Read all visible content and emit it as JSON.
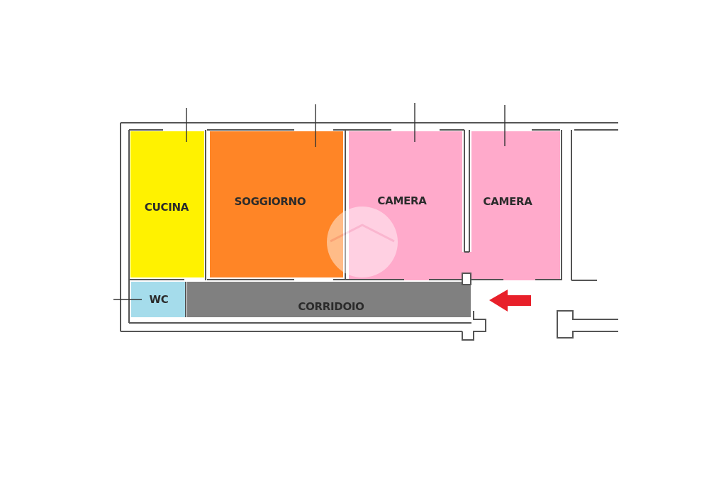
{
  "floor_plan": {
    "rooms": [
      {
        "id": "cucina",
        "label": "CUCINA",
        "color": "#FFF200"
      },
      {
        "id": "soggiorno",
        "label": "SOGGIORNO",
        "color": "#FF8526"
      },
      {
        "id": "camera-1",
        "label": "CAMERA",
        "color": "#FFAACB"
      },
      {
        "id": "camera-2",
        "label": "CAMERA",
        "color": "#FFAACB"
      },
      {
        "id": "wc",
        "label": "WC",
        "color": "#A5DCEB"
      },
      {
        "id": "corridoio",
        "label": "CORRIDOIO",
        "color": "#808080"
      }
    ],
    "wall_color": "#555555",
    "entrance_arrow_color": "#E8202A",
    "watermark_icon": "house-watermark-icon"
  }
}
